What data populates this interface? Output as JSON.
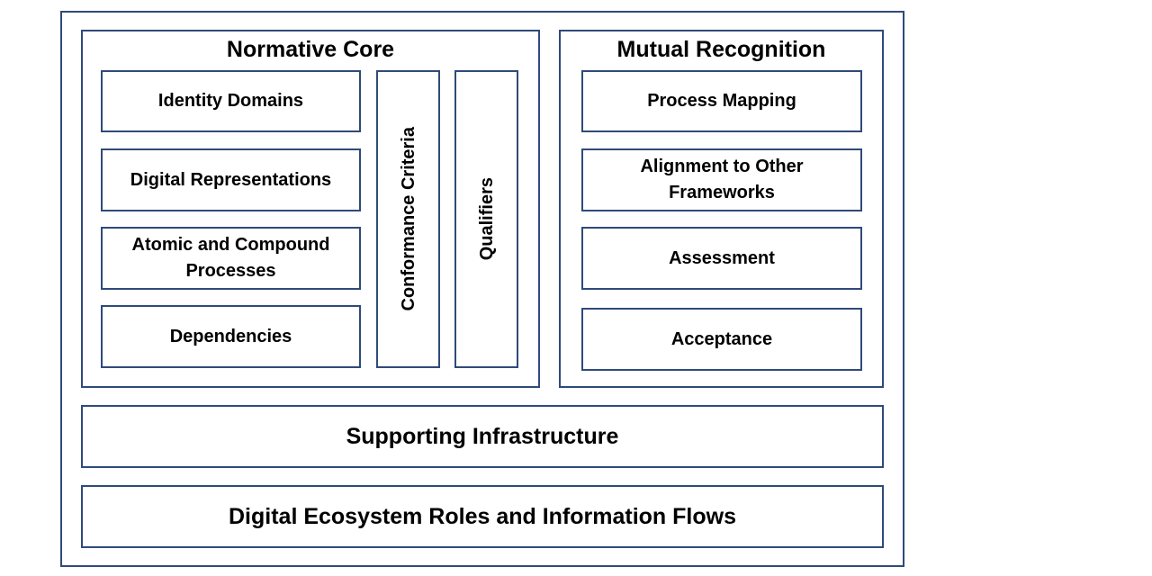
{
  "colors": {
    "border": "#2f4a7a",
    "background": "#ffffff",
    "text": "#000000"
  },
  "normative_core": {
    "title": "Normative Core",
    "items": [
      "Identity Domains",
      "Digital Representations",
      "Atomic and Compound Processes",
      "Dependencies"
    ],
    "vertical_items": [
      "Conformance Criteria",
      "Qualifiers"
    ]
  },
  "mutual_recognition": {
    "title": "Mutual Recognition",
    "items": [
      "Process Mapping",
      "Alignment to Other Frameworks",
      "Assessment",
      "Acceptance"
    ]
  },
  "supporting_infrastructure": {
    "label": "Supporting Infrastructure"
  },
  "digital_ecosystem": {
    "label": "Digital Ecosystem Roles and Information Flows"
  }
}
